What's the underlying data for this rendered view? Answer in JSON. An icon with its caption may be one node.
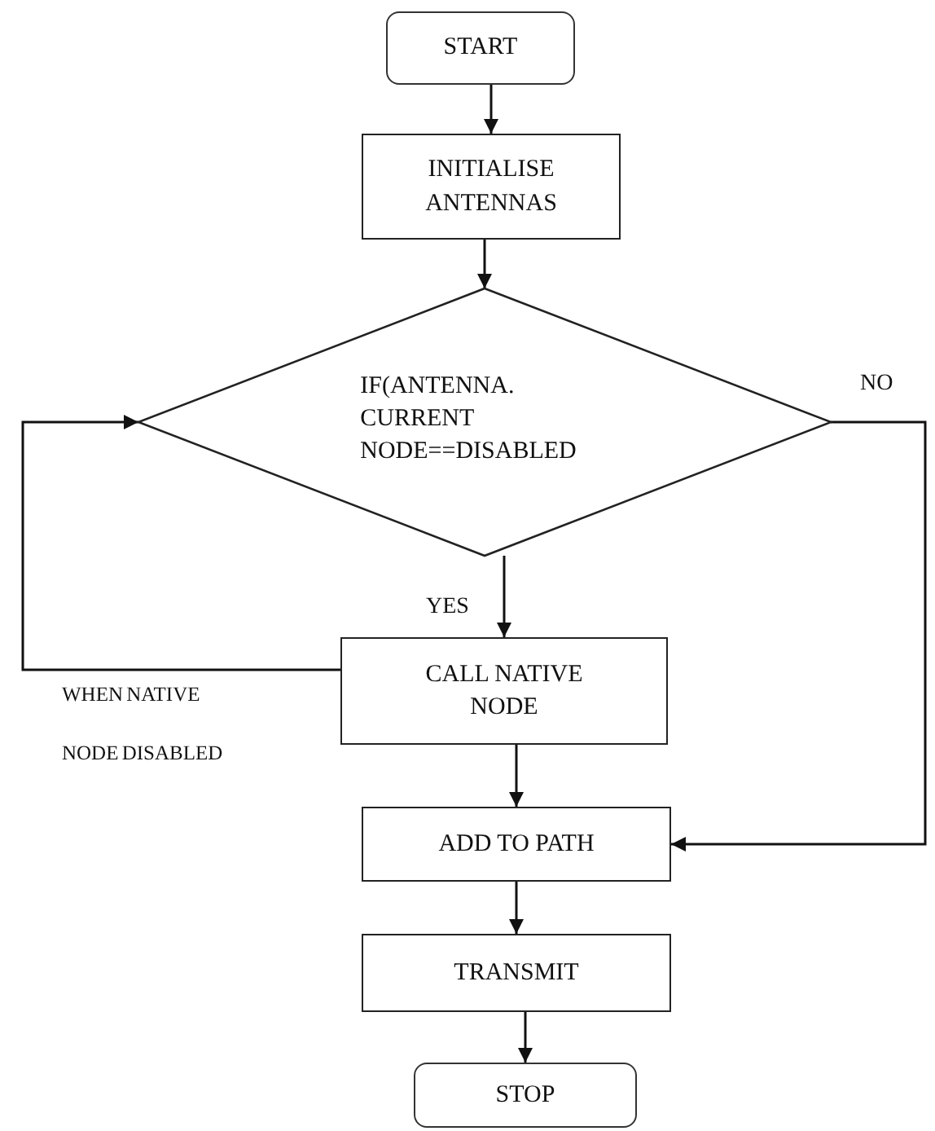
{
  "diagram": {
    "nodes": [
      {
        "text": [
          "START"
        ]
      },
      {
        "text": [
          "INITIALISE ANTENNAS"
        ]
      },
      {
        "text": [
          "IF(ANTENNA. CURRENT NODE==DISABLED"
        ]
      },
      {
        "text": [
          "CALL NATIVE NODE"
        ]
      },
      {
        "text": [
          "ADD TO PATH"
        ]
      },
      {
        "text": [
          "TRANSMIT"
        ]
      },
      {
        "text": [
          "STOP"
        ]
      }
    ],
    "edges": [
      {
        "from": 0,
        "to": 1,
        "arrow": "to"
      },
      {
        "from": 1,
        "to": 2,
        "arrow": "to"
      },
      {
        "from": 2,
        "to": 3,
        "arrow": "to",
        "label": "YES"
      },
      {
        "from": 3,
        "to": 2,
        "arrow": "to",
        "label": "WHEN NATIVE NODE DISABLED"
      },
      {
        "from": 2,
        "to": 4,
        "arrow": "to",
        "label": "NO"
      },
      {
        "from": 3,
        "to": 4,
        "arrow": "to"
      },
      {
        "from": 4,
        "to": 5,
        "arrow": "to"
      },
      {
        "from": 5,
        "to": 6,
        "arrow": "to"
      }
    ]
  }
}
